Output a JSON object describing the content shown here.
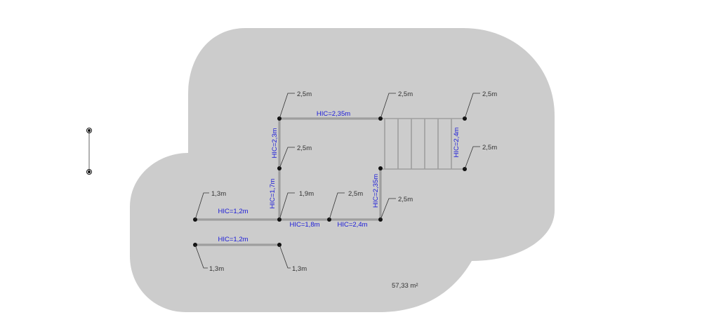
{
  "area": {
    "label": "57,33 m²"
  },
  "hic_labels": [
    "HIC=2,35m",
    "HIC=2,3m",
    "HIC=2,4m",
    "HIC=1,7m",
    "HIC=2,35m",
    "HIC=1,2m",
    "HIC=1,8m",
    "HIC=2,4m",
    "HIC=1,2m"
  ],
  "height_labels": [
    "2,5m",
    "2,5m",
    "2,5m",
    "2,5m",
    "2,5m",
    "1,3m",
    "1,9m",
    "2,5m",
    "2,5m",
    "1,3m",
    "1,3m"
  ],
  "colors": {
    "safety_area": "#cccccc",
    "beam": "#9e9e9e",
    "hic_text": "#1a1ad8",
    "label_text": "#333333"
  }
}
